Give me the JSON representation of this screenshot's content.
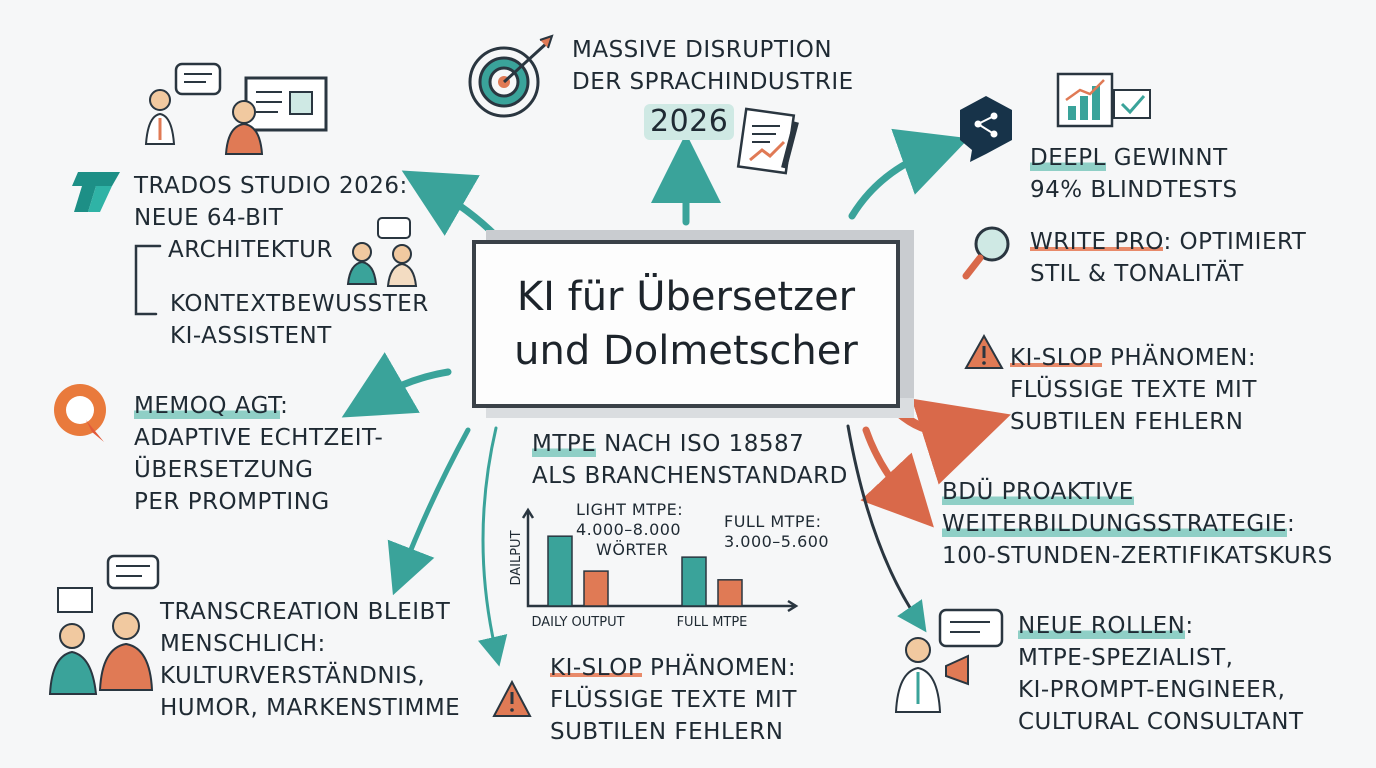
{
  "center": {
    "line1": "KI für Übersetzer",
    "line2": "und Dolmetscher"
  },
  "top": {
    "line1": "MASSIVE DISRUPTION",
    "line2": "DER SPRACHINDUSTRIE",
    "year": "2026"
  },
  "trados": {
    "line1": "TRADOS STUDIO 2026:",
    "line2": "NEUE 64-BIT",
    "line3": "ARCHITEKTUR",
    "line4": "KONTEXTBEWUSSTER",
    "line5": "KI-ASSISTENT"
  },
  "memoq": {
    "title": "MEMOQ AGT",
    "colon": ":",
    "line2": "ADAPTIVE ECHTZEIT-",
    "line3": "ÜBERSETZUNG",
    "line4": "PER PROMPTING"
  },
  "transcreation": {
    "line1": "TRANSCREATION BLEIBT",
    "line2": "MENSCHLICH:",
    "line3": "KULTURVERSTÄNDNIS,",
    "line4": "HUMOR, MARKENSTIMME"
  },
  "deepl": {
    "title": "DEEPL",
    "rest": " GEWINNT",
    "line2": "94% BLINDTESTS"
  },
  "write": {
    "title": "WRITE PRO",
    "rest": ": OPTIMIERT",
    "line2": "STIL & TONALITÄT"
  },
  "slop_right": {
    "title": "KI-SLOP",
    "rest": " PHÄNOMEN:",
    "line2": "FLÜSSIGE TEXTE MIT",
    "line3": "SUBTILEN FEHLERN"
  },
  "slop_bottom": {
    "title": "KI-SLOP",
    "rest": " PHÄNOMEN:",
    "line2": "FLÜSSIGE TEXTE MIT",
    "line3": "SUBTILEN FEHLERN"
  },
  "bdu": {
    "line1": "BDÜ PROAKTIVE",
    "line2": "WEITERBILDUNGSSTRATEGIE",
    "colon": ":",
    "line3": "100-STUNDEN-ZERTIFIKATSKURS"
  },
  "rollen": {
    "title": "NEUE ROLLEN",
    "colon": ":",
    "line2": "MTPE-SPEZIALIST,",
    "line3": "KI-PROMPT-ENGINEER,",
    "line4": "CULTURAL CONSULTANT"
  },
  "mtpe": {
    "title": "MTPE",
    "rest": " NACH ISO 18587",
    "line2": "ALS BRANCHENSTANDARD"
  },
  "chart_data": {
    "type": "bar",
    "ylabel": "DAILPUT",
    "categories": [
      "DAILY OUTPUT",
      "FULL MTPE"
    ],
    "series": [
      {
        "values": [
          8000,
          5600
        ]
      },
      {
        "values": [
          4000,
          3000
        ]
      }
    ],
    "annotations": [
      {
        "line1": "LIGHT MTPE:",
        "line2": "4.000–8.000",
        "line3": "WÖRTER"
      },
      {
        "line1": "FULL MTPE:",
        "line2": "3.000–5.600"
      }
    ],
    "ylim": [
      0,
      11000
    ],
    "colors": [
      "#3aa39a",
      "#e07a55"
    ]
  },
  "icons": [
    "target-icon",
    "document-chart-icon",
    "trados-logo-icon",
    "memoq-logo-icon",
    "deepl-logo-icon",
    "magnifier-icon",
    "warning-icon",
    "people-icon",
    "presenter-icon",
    "megaphone-icon"
  ],
  "colors": {
    "teal": "#3aa39a",
    "orange": "#e07a55",
    "ink": "#1f2a33",
    "navy": "#14344a"
  }
}
